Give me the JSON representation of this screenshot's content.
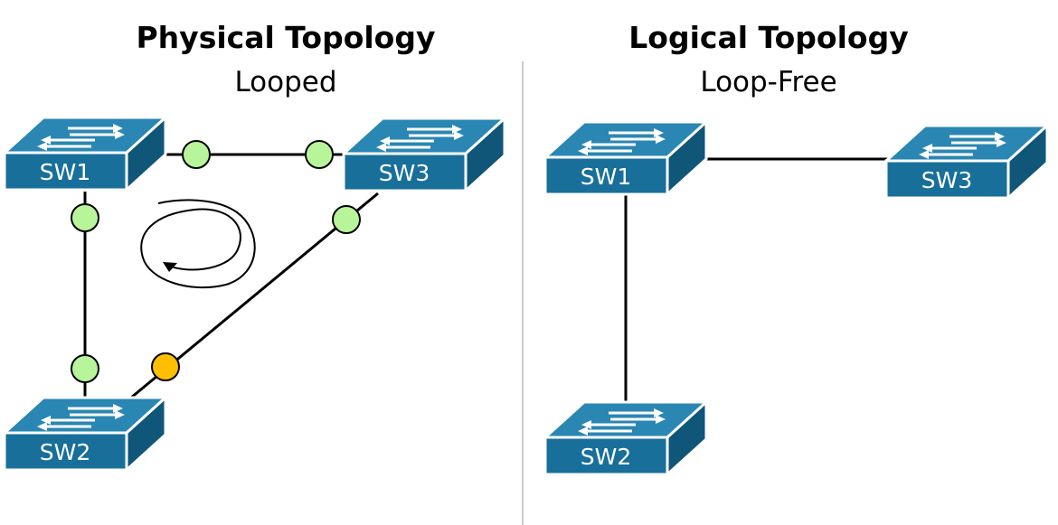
{
  "physical": {
    "title": "Physical Topology",
    "subtitle": "Looped",
    "switches": [
      {
        "label": "SW1"
      },
      {
        "label": "SW3"
      },
      {
        "label": "SW2"
      }
    ],
    "port_colors": {
      "forwarding": "#b8f59a",
      "blocking": "#ffbf00"
    }
  },
  "logical": {
    "title": "Logical Topology",
    "subtitle": "Loop-Free",
    "switches": [
      {
        "label": "SW1"
      },
      {
        "label": "SW3"
      },
      {
        "label": "SW2"
      }
    ]
  },
  "colors": {
    "switch_front": "#186f9a",
    "switch_top": "#2a86b2",
    "switch_side": "#0f5678",
    "switch_outline": "#ffffff"
  }
}
